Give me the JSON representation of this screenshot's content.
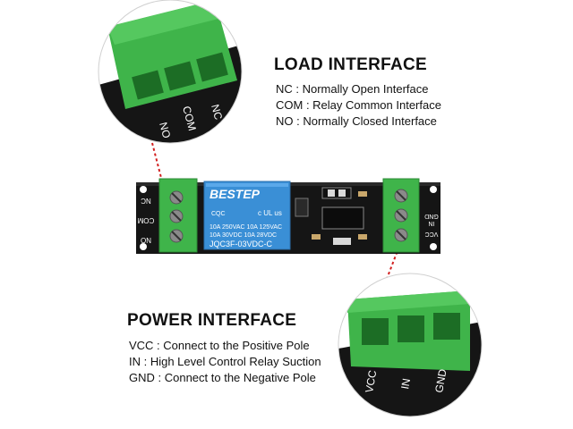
{
  "load_interface": {
    "title": "LOAD INTERFACE",
    "lines": [
      "NC : Normally Open Interface",
      "COM : Relay Common Interface",
      "NO : Normally Closed Interface"
    ]
  },
  "power_interface": {
    "title": "POWER INTERFACE",
    "lines": [
      "VCC : Connect to the Positive Pole",
      "IN : High Level Control Relay Suction",
      "GND : Connect to the Negative Pole"
    ]
  },
  "relay": {
    "brand": "BESTEP",
    "spec_line_1": "10A 250VAC 10A 125VAC",
    "spec_line_2": "10A 30VDC 10A 28VDC",
    "model": "JQC3F-03VDC-C",
    "cert_mark": "c UL us",
    "cqc_mark": "CQC"
  },
  "board_labels": {
    "left": [
      "NC",
      "COM",
      "NO"
    ],
    "right": [
      "GND",
      "IN",
      "VCC"
    ]
  },
  "zoom_labels": {
    "load": [
      "NO",
      "COM",
      "NC"
    ],
    "power": [
      "VCC",
      "IN",
      "GND"
    ]
  },
  "colors": {
    "terminal_green": "#3fb44a",
    "pcb_black": "#151515",
    "relay_blue": "#3a8fd6",
    "callout_red": "#d21f1f"
  }
}
